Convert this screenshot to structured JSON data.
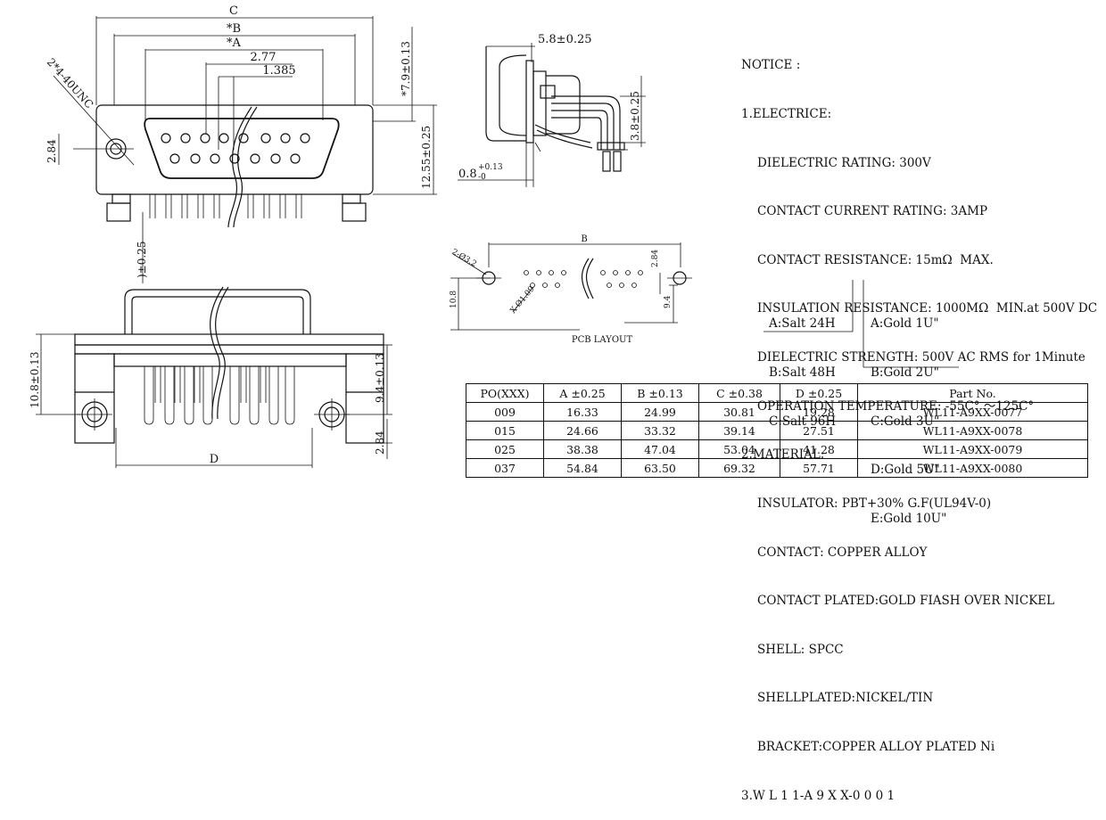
{
  "drawing": {
    "front_view": {
      "dim_c": "C",
      "dim_b": "*B",
      "dim_a": "*A",
      "dim_277": "2.77",
      "dim_1385": "1.385",
      "thread_note": "2*4-40UNC",
      "dim_284": "2.84",
      "dim_79": "*7.9±0.13",
      "dim_1255": "12.55±0.25",
      "dim_025": ")±0.25"
    },
    "side_view": {
      "dim_58": "5.8±0.25",
      "dim_38": "3.8±0.25",
      "dim_08": "0.8",
      "dim_08_tol_plus": "+0.13",
      "dim_08_tol_minus": "-0"
    },
    "pcb": {
      "dim_b": "B",
      "dim_284": "2.84",
      "hole_32": "2-Ø3.2",
      "hole_109": "X-Ø1.09",
      "dim_108": "10.8",
      "dim_94": "9.4",
      "caption": "PCB LAYOUT"
    },
    "bottom_view": {
      "dim_108": "10.8±0.13",
      "dim_94": "9.4±0.13",
      "dim_284": "2.84",
      "dim_d": "D"
    }
  },
  "notice": {
    "title": "NOTICE :",
    "s1_title": "1.ELECTRICE:",
    "s1_lines": [
      "DIELECTRIC RATING: 300V",
      "CONTACT CURRENT RATING: 3AMP",
      "CONTACT RESISTANCE: 15mΩ  MAX.",
      "INSULATION RESISTANCE: 1000MΩ  MIN.at 500V DC",
      "DIELECTRIC STRENGTH: 500V AC RMS for 1Minute",
      "OPERATION TEMPERATURE: -55C° ～125C°"
    ],
    "s2_title": "2.MATERIAL:",
    "s2_lines": [
      "INSULATOR: PBT+30% G.F(UL94V-0)",
      "CONTACT: COPPER ALLOY",
      "CONTACT PLATED:GOLD FIASH OVER NICKEL",
      "SHELL: SPCC",
      "SHELLPLATED:NICKEL/TIN",
      "BRACKET:COPPER ALLOY PLATED Ni"
    ],
    "part_code": "3.W L 1 1-A 9 X X-0 0 0 1",
    "salt_options": [
      "A:Salt 24H",
      "B:Salt 48H",
      "C:Salt 96H"
    ],
    "gold_options": [
      "A:Gold 1U\"",
      "B:Gold 2U\"",
      "C:Gold 3U\"",
      "D:Gold 5U\"",
      "E:Gold 10U\""
    ]
  },
  "table": {
    "headers": [
      "PO(XXX)",
      "A ±0.25",
      "B ±0.13",
      "C ±0.38",
      "D ±0.25",
      "Part   No."
    ],
    "rows": [
      [
        "009",
        "16.33",
        "24.99",
        "30.81",
        "19.28",
        "WL11-A9XX-0077"
      ],
      [
        "015",
        "24.66",
        "33.32",
        "39.14",
        "27.51",
        "WL11-A9XX-0078"
      ],
      [
        "025",
        "38.38",
        "47.04",
        "53.04",
        "41.28",
        "WL11-A9XX-0079"
      ],
      [
        "037",
        "54.84",
        "63.50",
        "69.32",
        "57.71",
        "WL11-A9XX-0080"
      ]
    ]
  }
}
